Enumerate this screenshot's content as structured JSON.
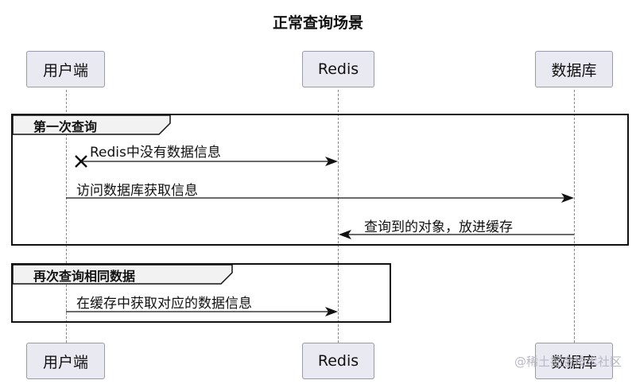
{
  "diagram": {
    "title": "正常查询场景",
    "participants": {
      "client": "用户端",
      "redis": "Redis",
      "db": "数据库"
    },
    "groups": [
      {
        "label": "第一次查询",
        "messages": [
          "Redis中没有数据信息",
          "访问数据库获取信息",
          "查询到的对象，放进缓存"
        ]
      },
      {
        "label": "再次查询相同数据",
        "messages": [
          "在缓存中获取对应的数据信息"
        ]
      }
    ]
  },
  "colors": {
    "participant_fill": "#e9e9f2",
    "participant_border": "#9a9aa8",
    "frame_border": "#111111"
  },
  "watermark": "@稀土掘金技术社区"
}
